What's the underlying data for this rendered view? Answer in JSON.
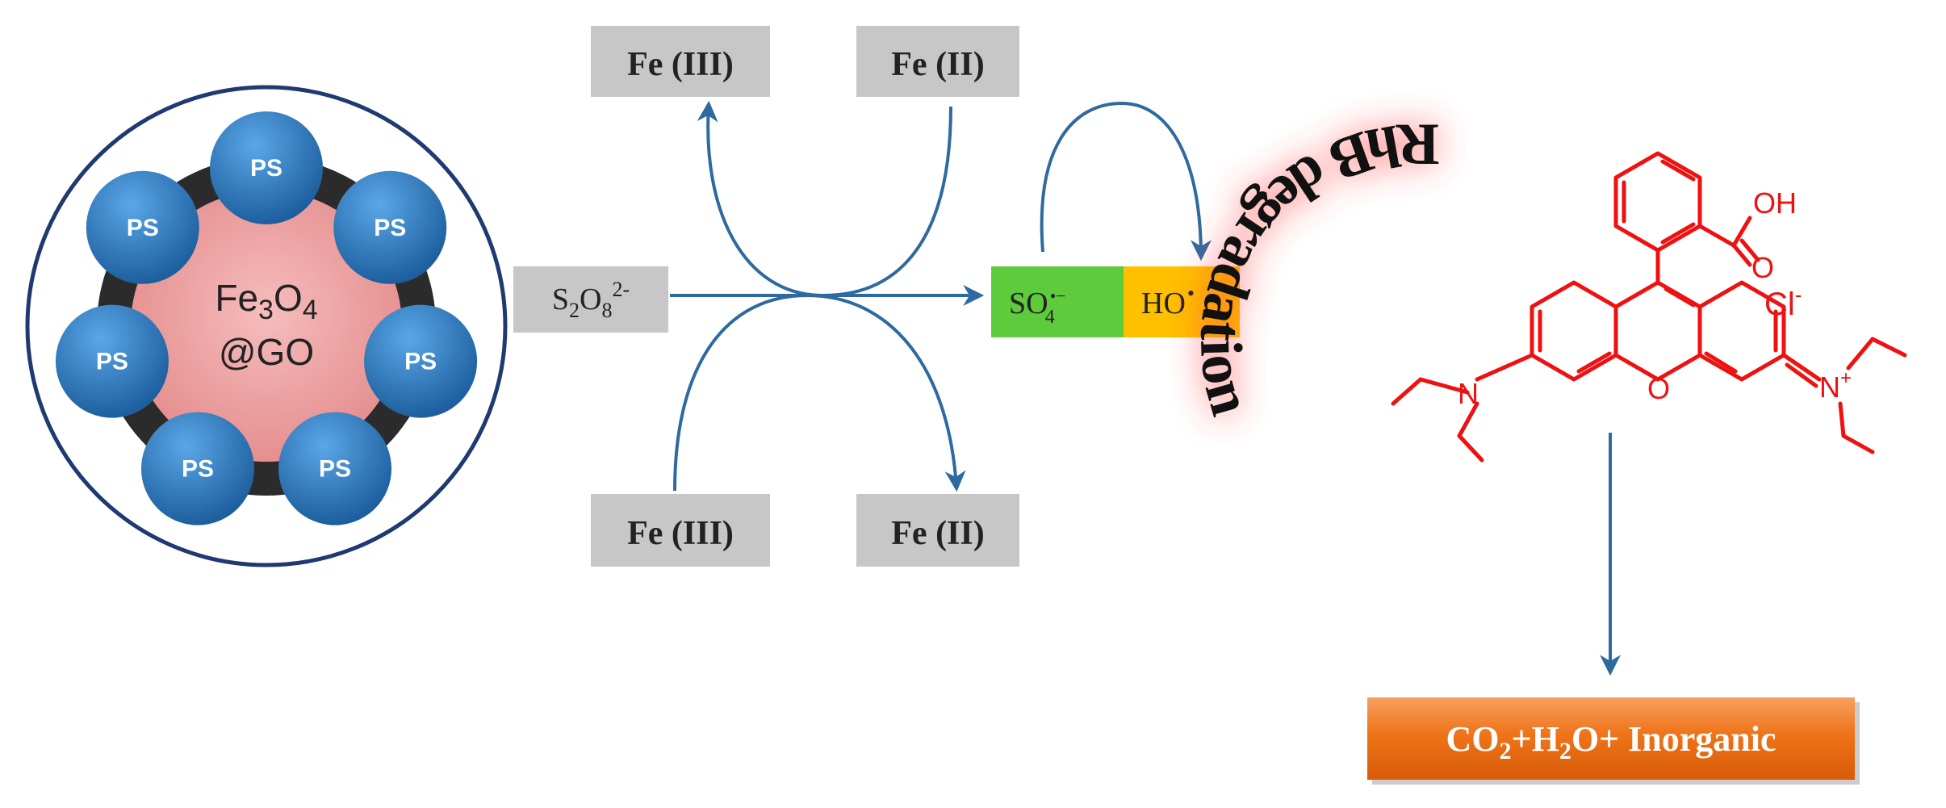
{
  "catalyst": {
    "core_label_line1": "Fe3O4",
    "core_label_line2": "@GO",
    "shell_label": "PS",
    "shell_count": 7
  },
  "reactions": {
    "persulfate": "S2O8",
    "persulfate_charge": "2-",
    "top_left": "Fe (III)",
    "top_right": "Fe (II)",
    "bottom_left": "Fe (III)",
    "bottom_right": "Fe (II)"
  },
  "radicals": {
    "sulfate": "SO",
    "sulfate_sub": "4",
    "sulfate_sup": "•−",
    "hydroxyl": "HO",
    "hydroxyl_sup": "•"
  },
  "degradation": {
    "arc_label": "RhB degradation",
    "products": "CO2+H2O+ Inorganic"
  },
  "molecule": {
    "oh_label": "OH",
    "o_label": "O",
    "ring_o_label": "O",
    "n_left_label": "N",
    "n_right_label": "N",
    "n_right_charge": "+",
    "counter_ion": "Cl",
    "counter_ion_charge": "-"
  },
  "colors": {
    "arrow": "#2e6aa0",
    "gray_box": "#c7c7c7",
    "sulfate_box": "#5ecb3d",
    "hydroxyl_box": "#ffc000",
    "products_box": "#f0781e",
    "molecule": "#ee1111",
    "core": "#eb9a9a",
    "shell": "#2f2f2f",
    "ps_ball": "#2f7fc6"
  }
}
